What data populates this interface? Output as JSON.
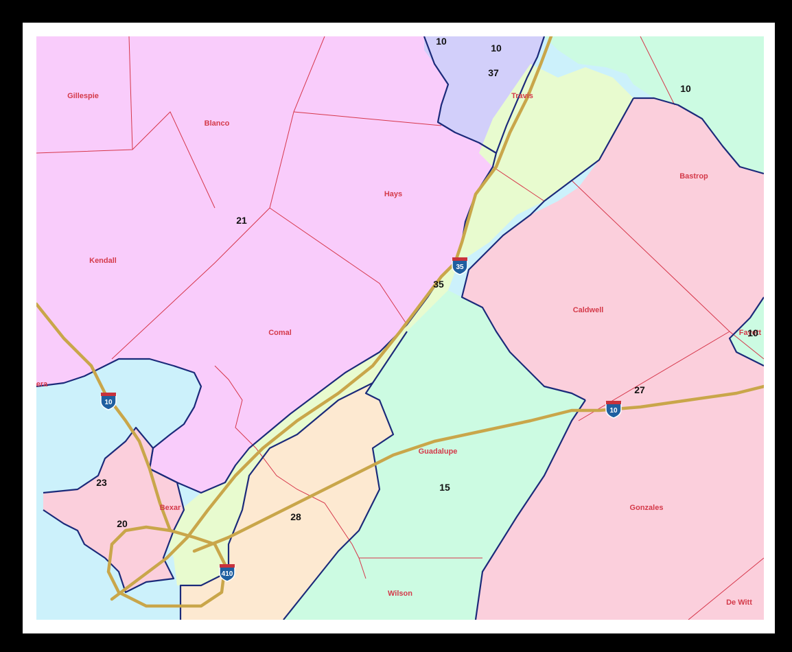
{
  "colors": {
    "district_21": "#f9ccfb",
    "district_10": "#ccfbe2",
    "district_37": "#d2cffa",
    "district_35": "#e8fbcf",
    "district_27": "#fbcfdc",
    "district_15": "#ccfbe2",
    "district_28": "#fde9d1",
    "district_23": "#ccf1fb",
    "district_20": "#fbcfdc",
    "district_border": "#1b2a7a",
    "county_border": "#d6364a",
    "county_label": "#d43a4a",
    "highway": "#c9a64a",
    "interstate_shield": "#1f5fa0"
  },
  "counties": [
    {
      "name": "Gillespie"
    },
    {
      "name": "Blanco"
    },
    {
      "name": "Travis"
    },
    {
      "name": "Hays"
    },
    {
      "name": "Kendall"
    },
    {
      "name": "Bastrop"
    },
    {
      "name": "Comal"
    },
    {
      "name": "Caldwell"
    },
    {
      "name": "Fayett"
    },
    {
      "name": "era"
    },
    {
      "name": "Guadalupe"
    },
    {
      "name": "Bexar"
    },
    {
      "name": "Gonzales"
    },
    {
      "name": "Wilson"
    },
    {
      "name": "De Witt"
    }
  ],
  "districts": [
    {
      "number": "10"
    },
    {
      "number": "10"
    },
    {
      "number": "37"
    },
    {
      "number": "10"
    },
    {
      "number": "21"
    },
    {
      "number": "35"
    },
    {
      "number": "10"
    },
    {
      "number": "27"
    },
    {
      "number": "23"
    },
    {
      "number": "15"
    },
    {
      "number": "20"
    },
    {
      "number": "28"
    }
  ],
  "interstates": [
    {
      "number": "35",
      "icon": "interstate-shield-icon"
    },
    {
      "number": "10",
      "icon": "interstate-shield-icon"
    },
    {
      "number": "10",
      "icon": "interstate-shield-icon"
    },
    {
      "number": "410",
      "icon": "interstate-shield-icon"
    }
  ]
}
